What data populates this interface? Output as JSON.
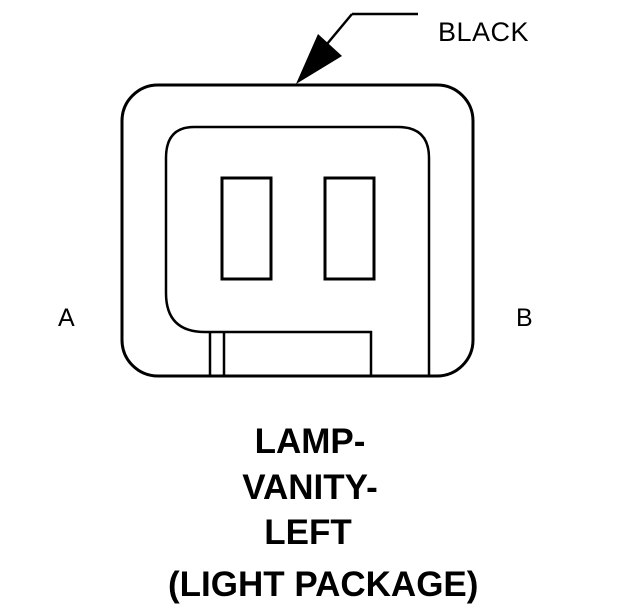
{
  "connector": {
    "color_label": "BLACK",
    "pin_a_label": "A",
    "pin_b_label": "B"
  },
  "title": {
    "line1": "LAMP-",
    "line2": "VANITY-",
    "line3": "LEFT",
    "line4": "(LIGHT PACKAGE)"
  }
}
